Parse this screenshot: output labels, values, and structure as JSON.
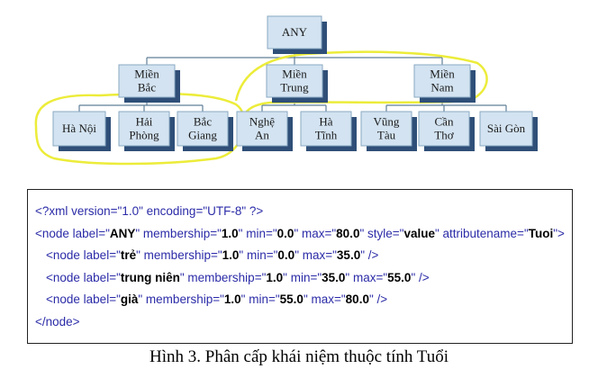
{
  "tree": {
    "root": "ANY",
    "regions": [
      {
        "name": [
          "Miền",
          "Bắc"
        ],
        "children": [
          [
            "Hà Nội"
          ],
          [
            "Hải",
            "Phòng"
          ],
          [
            "Bắc",
            "Giang"
          ]
        ]
      },
      {
        "name": [
          "Miền",
          "Trung"
        ],
        "children": [
          [
            "Nghệ",
            "An"
          ],
          [
            "Hà",
            "Tĩnh"
          ]
        ]
      },
      {
        "name": [
          "Miền",
          "Nam"
        ],
        "children": [
          [
            "Vũng",
            "Tàu"
          ],
          [
            "Cần",
            "Thơ"
          ],
          [
            "Sài Gòn"
          ]
        ]
      }
    ],
    "colors": {
      "node_fill": "#d3e3f1",
      "node_stroke": "#8aa8c2",
      "shadow": "#2f4f78",
      "highlight": "#ecec3a",
      "line": "#5f7f98"
    }
  },
  "xml": {
    "declaration": "<?xml version=\"1.0\" encoding=\"UTF-8\" ?>",
    "root_node": {
      "label": "ANY",
      "membership": "1.0",
      "min": "0.0",
      "max": "80.0",
      "style": "value",
      "attributename": "Tuoi"
    },
    "children": [
      {
        "label": "trẻ",
        "membership": "1.0",
        "min": "0.0",
        "max": "35.0"
      },
      {
        "label": "trung niên",
        "membership": "1.0",
        "min": "35.0",
        "max": "55.0"
      },
      {
        "label": "già",
        "membership": "1.0",
        "min": "55.0",
        "max": "80.0"
      }
    ],
    "closing": "</node>",
    "color": "#2b2ba8"
  },
  "caption": "Hình 3. Phân cấp khái niệm thuộc tính Tuổi"
}
